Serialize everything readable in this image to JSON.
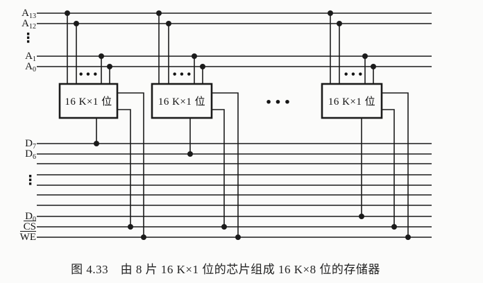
{
  "figure": {
    "caption": "图 4.33　由 8 片 16 K×1 位的芯片组成 16 K×8 位的存储器"
  },
  "bus_labels": {
    "a13": {
      "base": "A",
      "sub": "13"
    },
    "a12": {
      "base": "A",
      "sub": "12"
    },
    "a1": {
      "base": "A",
      "sub": "1"
    },
    "a0": {
      "base": "A",
      "sub": "0"
    },
    "d7": {
      "base": "D",
      "sub": "7"
    },
    "d6": {
      "base": "D",
      "sub": "6"
    },
    "d0": {
      "base": "D",
      "sub": "0"
    },
    "cs": {
      "text": "CS"
    },
    "we": {
      "text": "WE"
    }
  },
  "chips": [
    {
      "label": "16 K×1 位"
    },
    {
      "label": "16 K×1 位"
    },
    {
      "label": "16 K×1 位"
    }
  ],
  "ellipsis": {
    "vertical": "⋮",
    "horizontal": "···"
  },
  "colors": {
    "ink": "#1b1b1b",
    "paper": "#fbfbfa"
  }
}
